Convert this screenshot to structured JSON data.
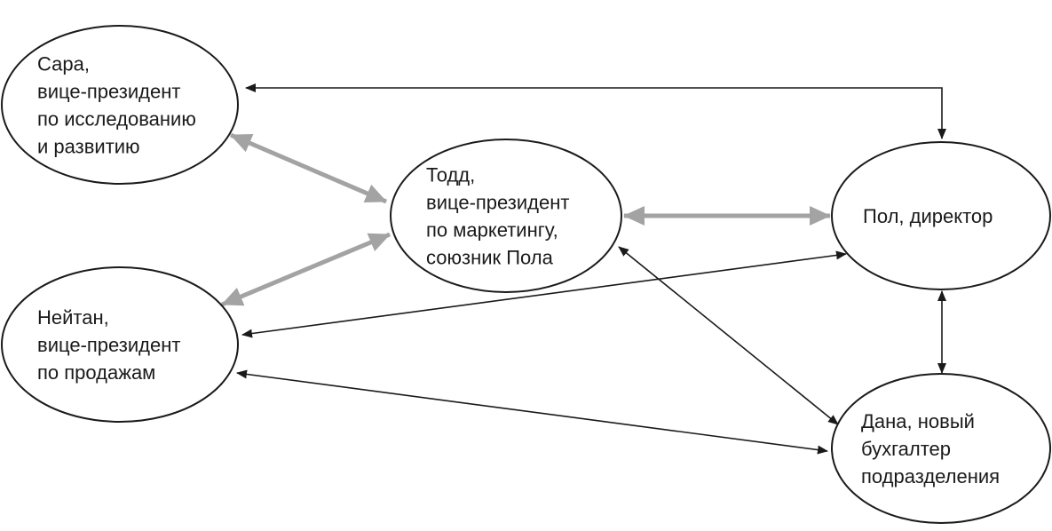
{
  "colors": {
    "outline": "#1a1a1a",
    "strong_link": "#a3a3a3",
    "background": "#ffffff"
  },
  "nodes": [
    {
      "id": "sara",
      "lines": [
        "Сара,",
        "вице-президент",
        "по исследованию",
        "и развитию"
      ]
    },
    {
      "id": "todd",
      "lines": [
        "Тодд,",
        "вице-президент",
        "по маркетингу,",
        "союзник Пола"
      ]
    },
    {
      "id": "paul",
      "lines": [
        "Пол, директор"
      ]
    },
    {
      "id": "nathan",
      "lines": [
        "Нейтан,",
        "вице-президент",
        "по продажам"
      ]
    },
    {
      "id": "dana",
      "lines": [
        "Дана, новый",
        "бухгалтер",
        "подразделения"
      ]
    }
  ],
  "edges": [
    {
      "id": "sara-paul",
      "from": "sara",
      "to": "paul",
      "style": "thin",
      "bidirectional": true
    },
    {
      "id": "sara-todd",
      "from": "sara",
      "to": "todd",
      "style": "thick",
      "bidirectional": true
    },
    {
      "id": "nathan-todd",
      "from": "nathan",
      "to": "todd",
      "style": "thick",
      "bidirectional": true
    },
    {
      "id": "todd-paul",
      "from": "todd",
      "to": "paul",
      "style": "thick",
      "bidirectional": true
    },
    {
      "id": "nathan-paul",
      "from": "nathan",
      "to": "paul",
      "style": "thin",
      "bidirectional": true
    },
    {
      "id": "todd-dana",
      "from": "todd",
      "to": "dana",
      "style": "thin",
      "bidirectional": true
    },
    {
      "id": "paul-dana",
      "from": "paul",
      "to": "dana",
      "style": "thin",
      "bidirectional": true
    },
    {
      "id": "nathan-dana",
      "from": "nathan",
      "to": "dana",
      "style": "thin",
      "bidirectional": true
    }
  ]
}
